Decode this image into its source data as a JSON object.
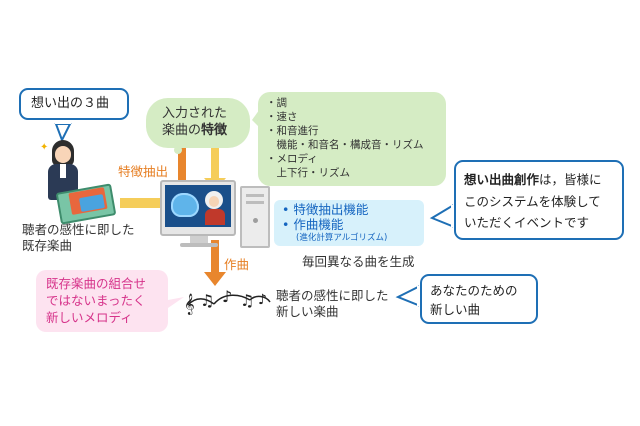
{
  "callouts": {
    "three_songs": "想い出の３曲",
    "event": {
      "bold": "想い出曲創作",
      "line1_rest": "は，皆様に",
      "line2": "このシステムを体験して",
      "line3": "いただくイベントです"
    },
    "new_song": {
      "line1": "あなたのための",
      "line2": "新しい曲"
    }
  },
  "features_cloud": {
    "line1": "入力された",
    "line2_pre": "楽曲の",
    "line2_bold": "特徴"
  },
  "features_list": [
    "・調",
    "・速さ",
    "・和音進行",
    "　機能・和音名・構成音・リズム",
    "・メロディ",
    "　上下行・リズム"
  ],
  "labels": {
    "extract": "特徴抽出",
    "compose": "作曲",
    "listener_line1": "聴者の感性に即した",
    "listener_line2": "既存楽曲",
    "each_time": "毎回異なる曲を生成",
    "output_line1": "聴者の感性に即した",
    "output_line2": "新しい楽曲"
  },
  "functions": {
    "items": [
      "特徴抽出機能",
      "作曲機能"
    ],
    "note": "(進化計算アルゴリズム)"
  },
  "pink_box": {
    "lines": [
      "既存楽曲の組合せ",
      "ではないまったく",
      "新しいメロディ"
    ]
  },
  "colors": {
    "accent_blue": "#1e6fb5",
    "arrow_orange": "#e8862d",
    "arrow_yellow": "#f5cd5a",
    "green": "#d5ecc4",
    "pink": "#fde3f0",
    "cyan": "#d7f1fb"
  }
}
